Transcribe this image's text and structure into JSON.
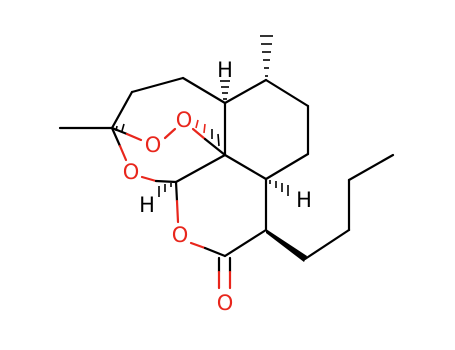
{
  "colors": {
    "carbon_bond": "#000000",
    "oxygen": "#e8261c",
    "background": "#ffffff"
  },
  "atoms": {
    "o_peroxide_upper": "O",
    "o_peroxide_lower": "O",
    "o_ketal": "O",
    "o_lactone_ring": "O",
    "o_carbonyl": "O",
    "h_top": "H",
    "h_right": "H",
    "h_left": "H"
  }
}
